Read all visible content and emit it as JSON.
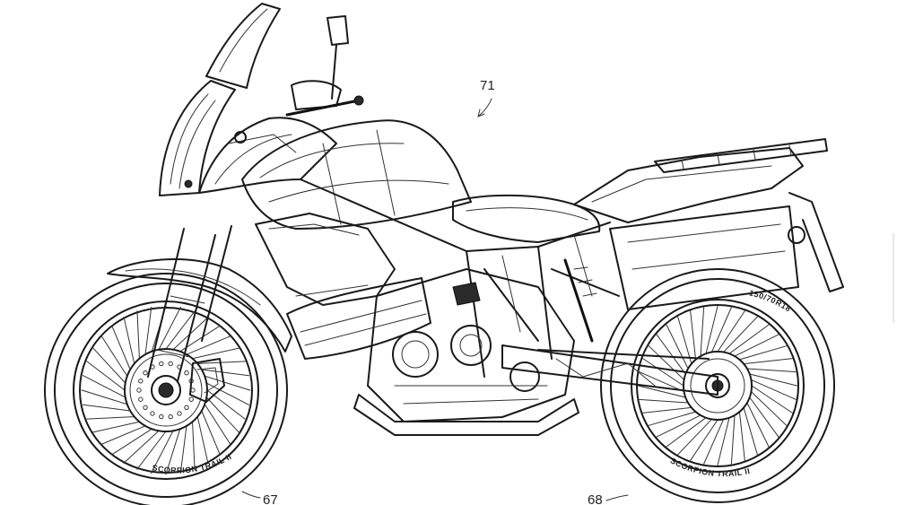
{
  "labels": {
    "motorcycle": "71",
    "front_wheel": "67",
    "rear_wheel": "68"
  },
  "tire_text": {
    "front_sidewall": "SCORPION TRAIL II",
    "rear_sidewall": "SCORPION TRAIL II",
    "rear_size": "150/70R18"
  },
  "colors": {
    "line": "#1a1a1a",
    "background": "#ffffff"
  }
}
